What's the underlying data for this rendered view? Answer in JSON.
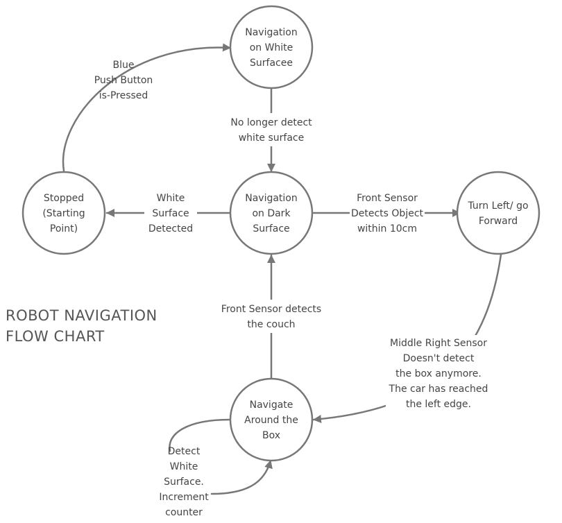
{
  "title": [
    "ROBOT NAVIGATION",
    "FLOW CHART"
  ],
  "colors": {
    "stroke": "#777777",
    "text": "#444444",
    "title": "#555555"
  },
  "nodes": {
    "nav_white": {
      "lines": [
        "Navigation",
        "on White",
        "Surfacee"
      ]
    },
    "nav_dark": {
      "lines": [
        "Navigation",
        "on Dark",
        "Surface"
      ]
    },
    "stopped": {
      "lines": [
        "Stopped",
        "(Starting",
        "Point)"
      ]
    },
    "turn_left": {
      "lines": [
        "Turn Left/ go",
        "Forward"
      ]
    },
    "nav_box": {
      "lines": [
        "Navigate",
        "Around  the",
        "Box"
      ]
    }
  },
  "edges": {
    "stopped_to_white": {
      "lines": [
        "Blue",
        "Push Button",
        "is-Pressed"
      ]
    },
    "white_to_dark": {
      "lines": [
        "No longer detect",
        "white surface"
      ]
    },
    "dark_to_stopped": {
      "lines": [
        "White",
        "Surface",
        "Detected"
      ]
    },
    "dark_to_turn": {
      "lines": [
        "Front Sensor",
        "Detects Object",
        "within 10cm"
      ]
    },
    "turn_to_box": {
      "lines": [
        "Middle Right Sensor",
        "Doesn't detect",
        "the box anymore.",
        "The car has reached",
        "the left edge."
      ]
    },
    "box_to_dark": {
      "lines": [
        "Front Sensor detects",
        "the couch"
      ]
    },
    "box_self": {
      "lines": [
        "Detect",
        "White",
        "Surface.",
        "Increment",
        "counter"
      ]
    }
  }
}
